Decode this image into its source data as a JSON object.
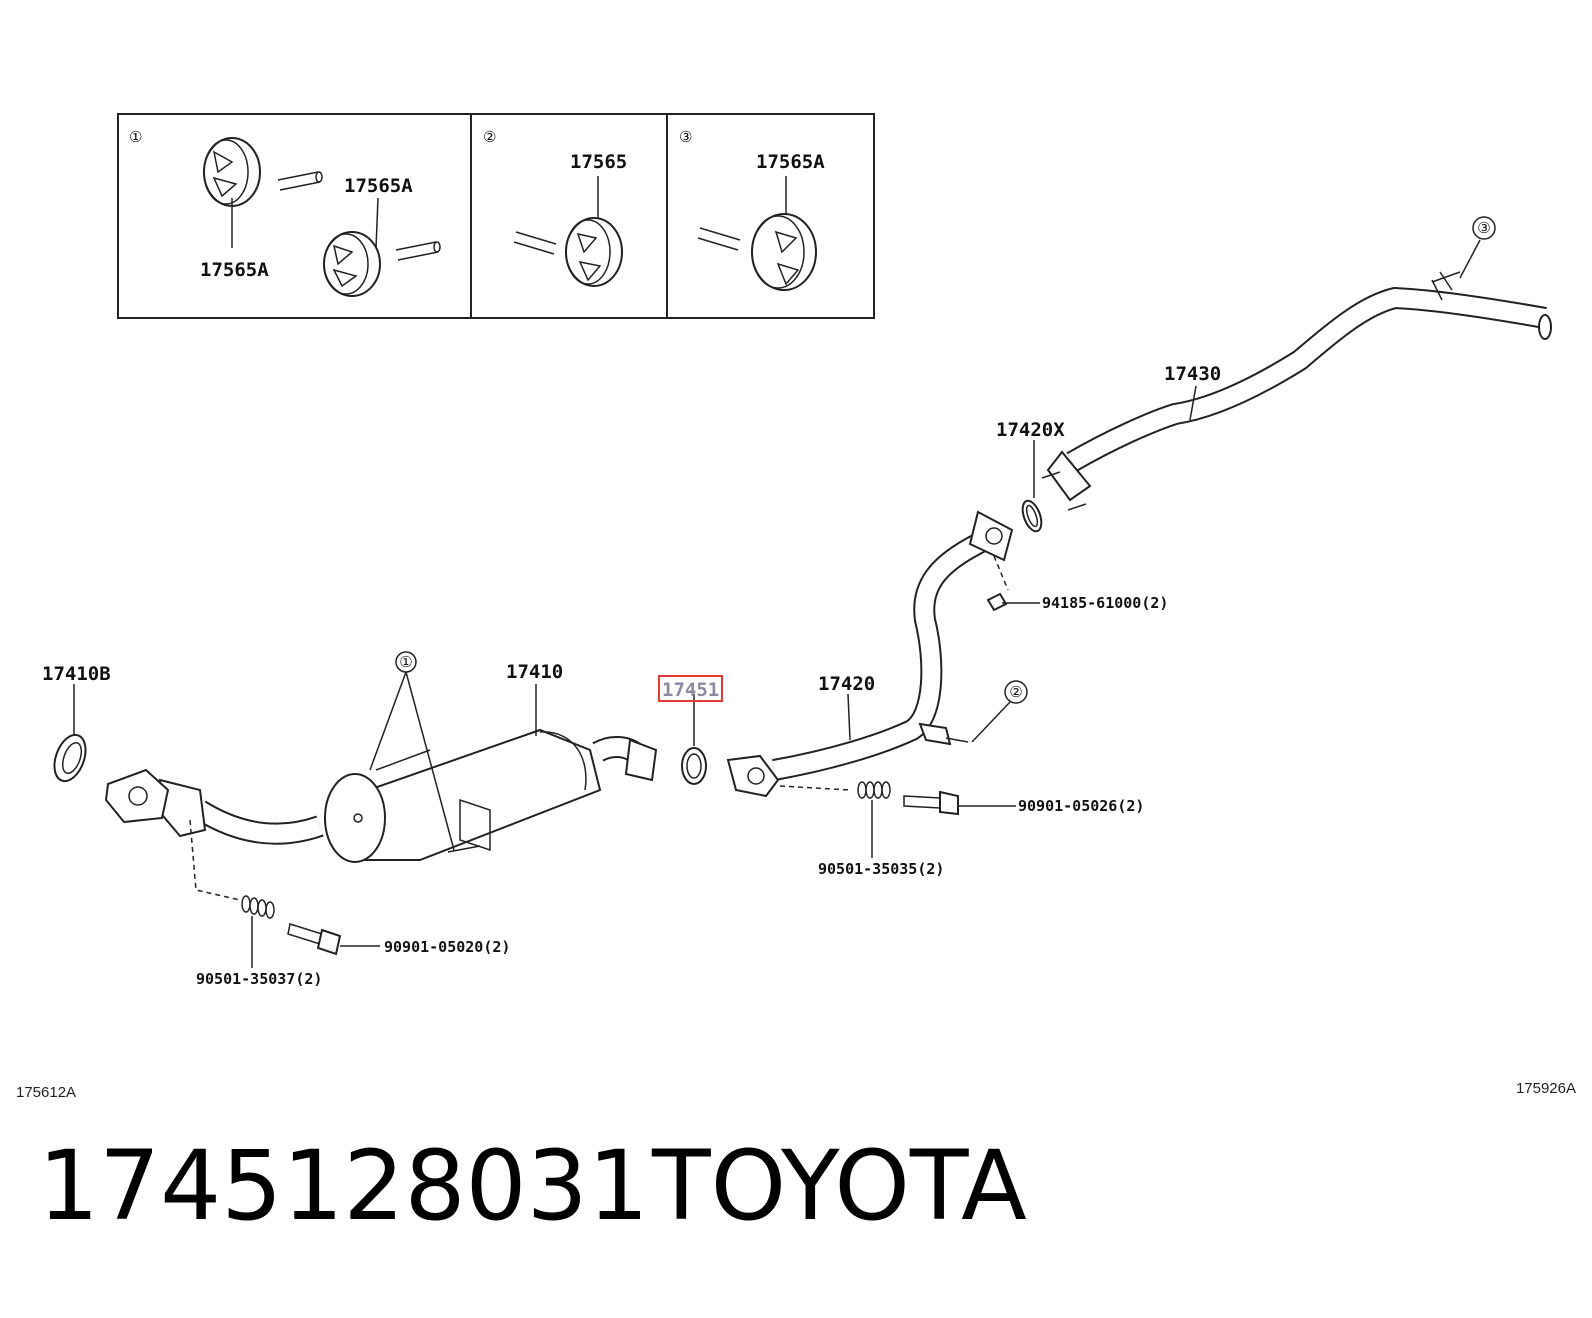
{
  "inset": {
    "panels": [
      {
        "num": "①",
        "labels": [
          "17565A",
          "17565A"
        ]
      },
      {
        "num": "②",
        "labels": [
          "17565"
        ]
      },
      {
        "num": "③",
        "labels": [
          "17565A"
        ]
      }
    ]
  },
  "parts": {
    "p17410B": "17410B",
    "p17410": "17410",
    "p17451": "17451",
    "p17420": "17420",
    "p17420X": "17420X",
    "p17430": "17430",
    "p94185": "94185-61000(2)",
    "p90901_05026": "90901-05026(2)",
    "p90501_35035": "90501-35035(2)",
    "p90901_05020": "90901-05020(2)",
    "p90501_35037": "90501-35037(2)"
  },
  "callouts": {
    "c1": "①",
    "c2": "②",
    "c3": "③"
  },
  "refs": {
    "left": "175612A",
    "right": "175926A"
  },
  "footer": {
    "part_number": "1745128031",
    "brand": "TOYOTA"
  },
  "highlight_color": "#e53935"
}
